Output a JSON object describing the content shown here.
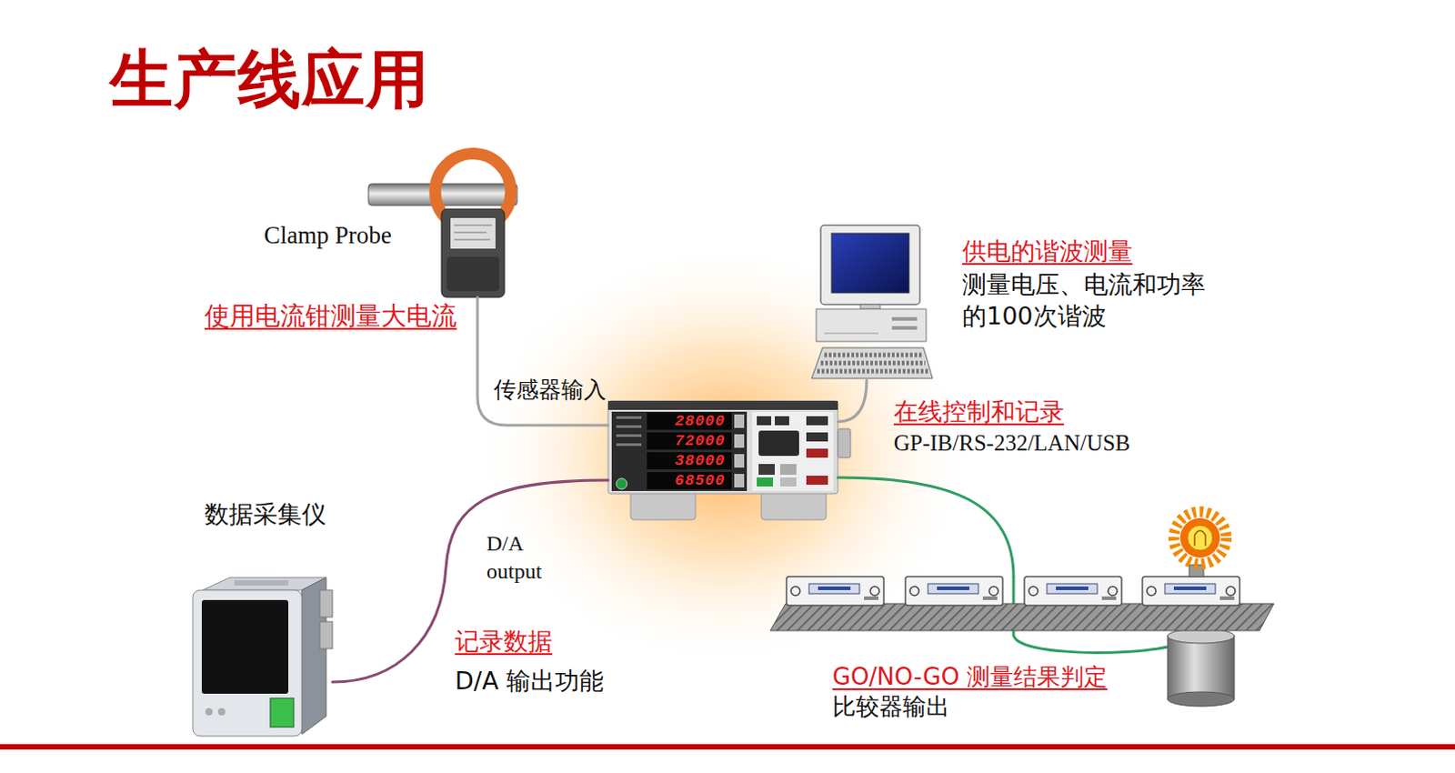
{
  "diagram": {
    "title": "生产线应用",
    "nodes": [
      {
        "text": [
          "Clamp Probe",
          "使用电流钳测量大电流"
        ]
      },
      {
        "text": [
          "28000",
          "72000",
          "38000",
          "68500"
        ]
      },
      {
        "text": [
          "供电的谐波测量",
          "测量电压、电流和功率的100次谐波"
        ]
      },
      {
        "text": [
          "数据采集仪"
        ]
      },
      {
        "text": [
          "GO/NO-GO 测量结果判定",
          "比较器输出"
        ]
      }
    ],
    "edges": [
      {
        "from": 0,
        "to": 1,
        "arrow": "none",
        "label": "传感器输入"
      },
      {
        "from": 1,
        "to": 2,
        "arrow": "none"
      },
      {
        "from": 1,
        "to": 3,
        "arrow": "none",
        "label": "D/A output"
      },
      {
        "from": 1,
        "to": 4,
        "arrow": "none"
      }
    ],
    "labels": [
      "在线控制和记录",
      "GP-IB/RS-232/LAN/USB",
      "记录数据",
      "D/A 输出功能"
    ]
  }
}
